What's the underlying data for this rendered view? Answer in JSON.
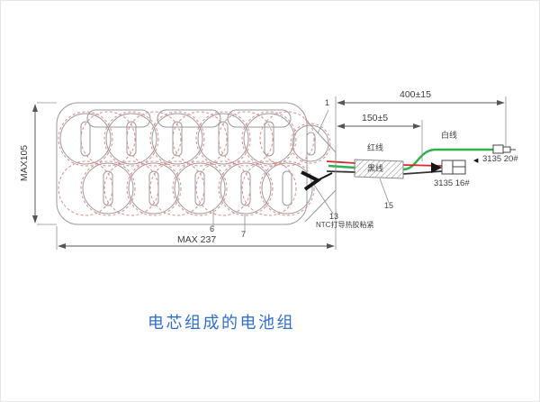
{
  "title": "电芯组成的电池组",
  "dimensions": {
    "total_length": "400±15",
    "lead_length": "150±5",
    "pack_height": "MAX105",
    "pack_length": "MAX 237"
  },
  "wire_labels": {
    "red": "红线",
    "black": "黑线",
    "white": "白线"
  },
  "connectors": {
    "small_terminal": "3135  20#",
    "large_connector": "3135  16#",
    "pointer": "◀"
  },
  "callouts": {
    "cell": "1",
    "ntc": "13",
    "ntc_note": "NTC打导热胶粘紧",
    "sleeve": "15",
    "strip": "6",
    "wrap": "7"
  },
  "colors": {
    "green_wire": "#2db34d",
    "red_wire": "#d42a2a",
    "black_wire": "#333333",
    "cell_dashed": "#d98c8c",
    "line": "#9a9a9a",
    "dimline": "#5a5a5a",
    "title": "#2f6fd0"
  }
}
